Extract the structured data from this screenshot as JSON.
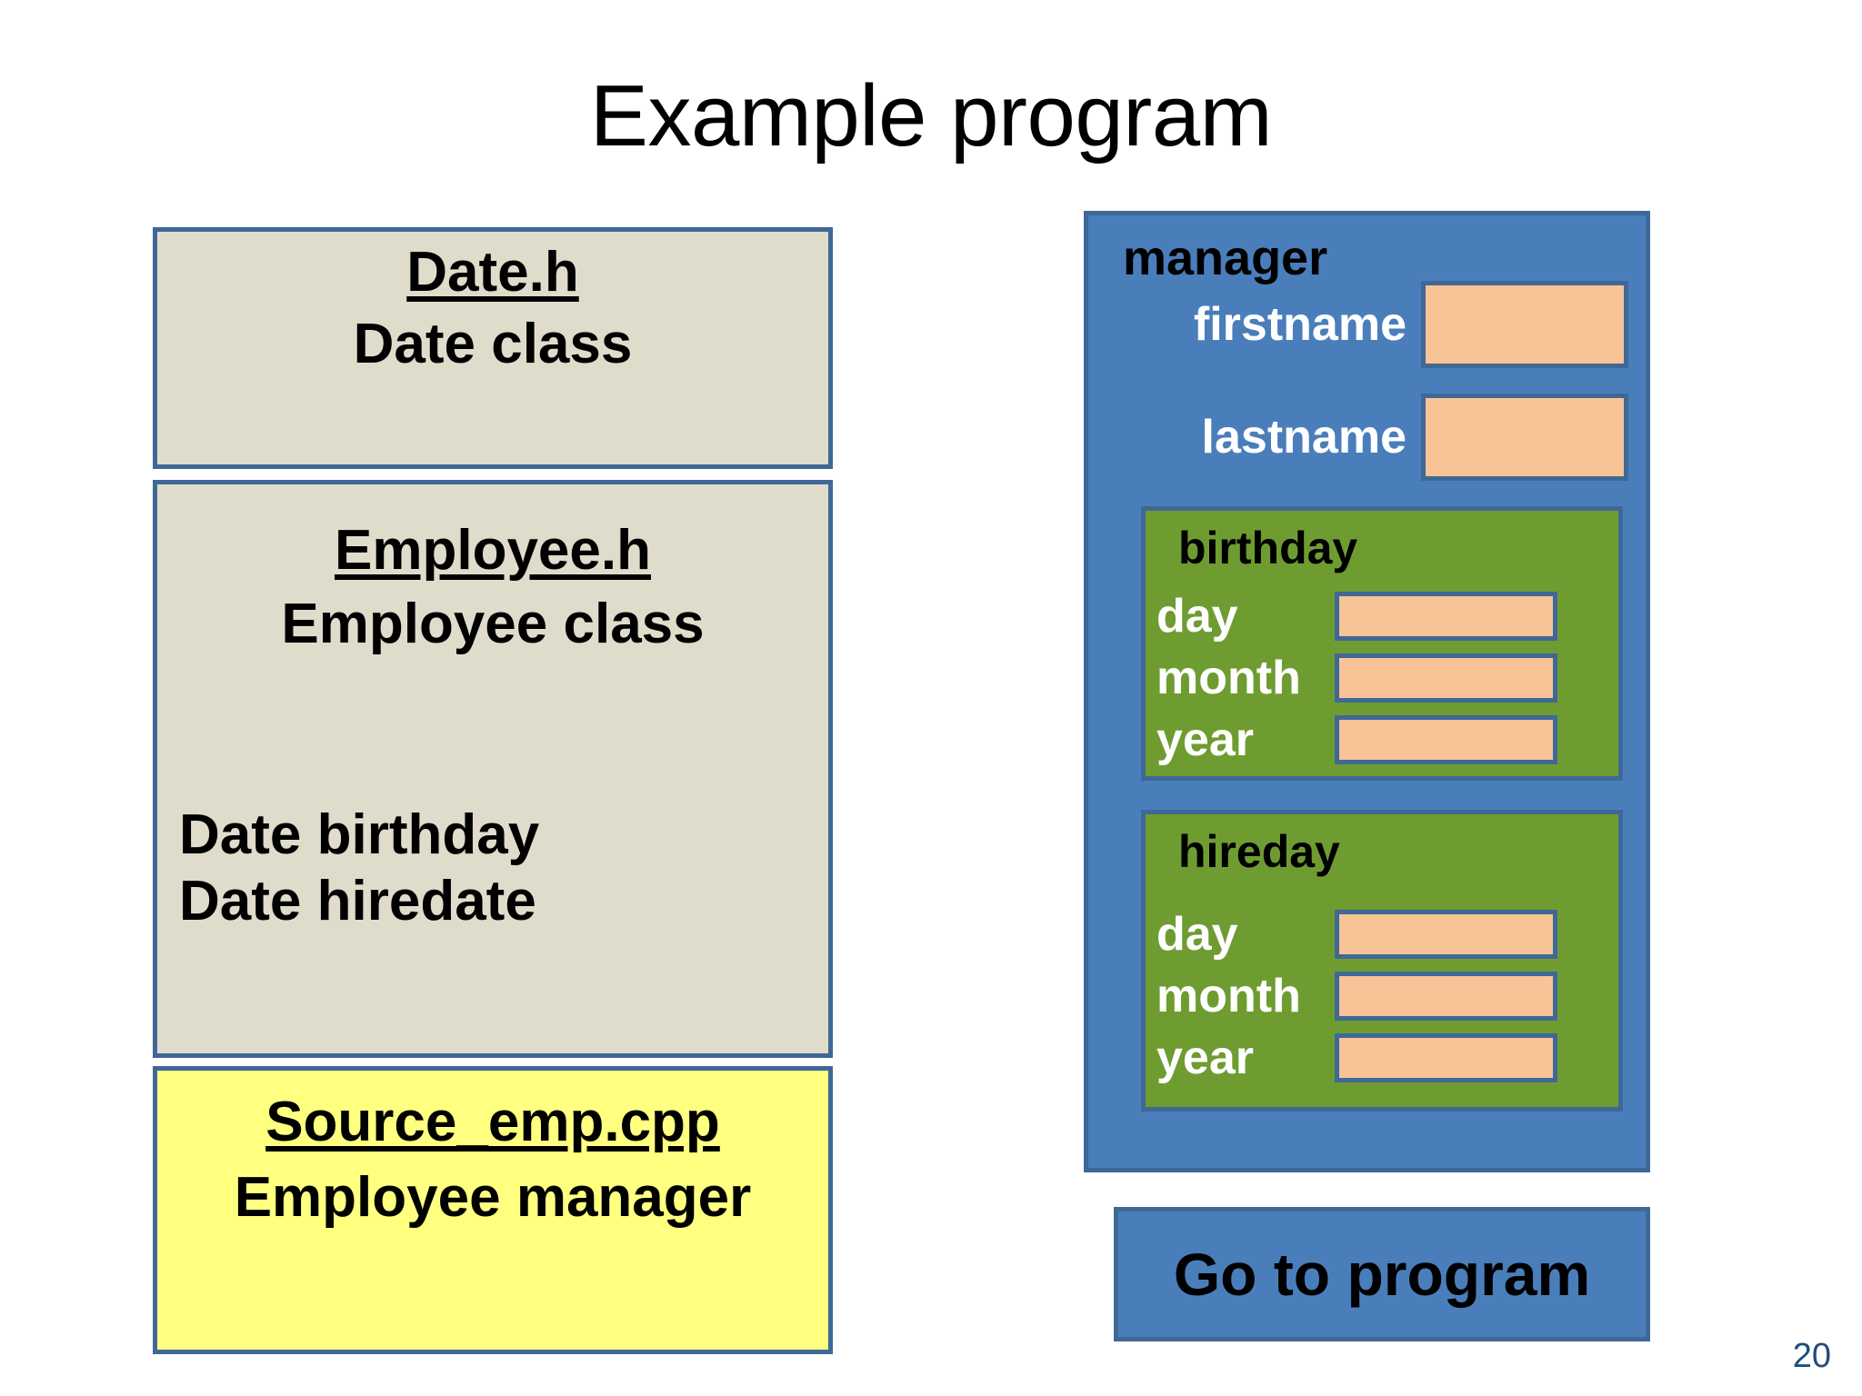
{
  "slide": {
    "title": "Example program",
    "page_number": "20"
  },
  "colors": {
    "accent_blue": "#4a7ebb",
    "border_blue": "#3f6897",
    "beige": "#dfdccb",
    "yellow": "#ffff80",
    "green": "#6f9c31",
    "orange": "#f8c396",
    "page_number": "#1f4e79"
  },
  "files": [
    {
      "id": "date-h",
      "heading": "Date.h",
      "subtitle": "Date class",
      "fields": []
    },
    {
      "id": "employee-h",
      "heading": "Employee.h",
      "subtitle": "Employee class",
      "fields": [
        "Date birthday",
        "Date hiredate"
      ]
    },
    {
      "id": "source-emp-cpp",
      "heading": "Source_emp.cpp",
      "subtitle": "Employee manager",
      "fields": []
    }
  ],
  "object_diagram": {
    "name": "manager",
    "members": [
      {
        "label": "firstname",
        "value": ""
      },
      {
        "label": "lastname",
        "value": ""
      }
    ],
    "sub_objects": [
      {
        "name": "birthday",
        "members": [
          {
            "label": "day",
            "value": ""
          },
          {
            "label": "month",
            "value": ""
          },
          {
            "label": "year",
            "value": ""
          }
        ]
      },
      {
        "name": "hireday",
        "members": [
          {
            "label": "day",
            "value": ""
          },
          {
            "label": "month",
            "value": ""
          },
          {
            "label": "year",
            "value": ""
          }
        ]
      }
    ]
  },
  "actions": {
    "go_to_program": "Go to program"
  }
}
